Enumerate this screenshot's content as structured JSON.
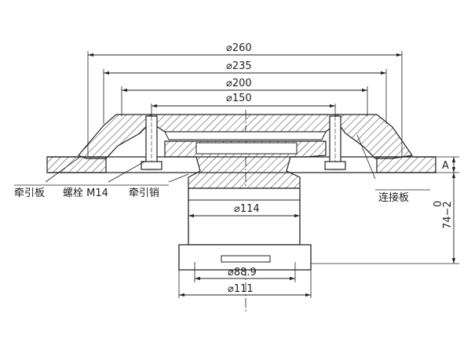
{
  "dimensions": {
    "d260": "⌀260",
    "d235": "⌀235",
    "d200": "⌀200",
    "d150": "⌀150",
    "d114": "⌀114",
    "d88_9": "⌀88.9",
    "d111": "⌀111",
    "a_label": "A",
    "height_top": "0",
    "height_main": "74−2"
  },
  "labels": {
    "traction_plate": "牵引板",
    "bolt": "螺栓 M14",
    "traction_pin": "牵引销",
    "connecting_plate": "连接板"
  },
  "colors": {
    "line": "#222222",
    "hatch": "#333333",
    "background": "#ffffff"
  }
}
